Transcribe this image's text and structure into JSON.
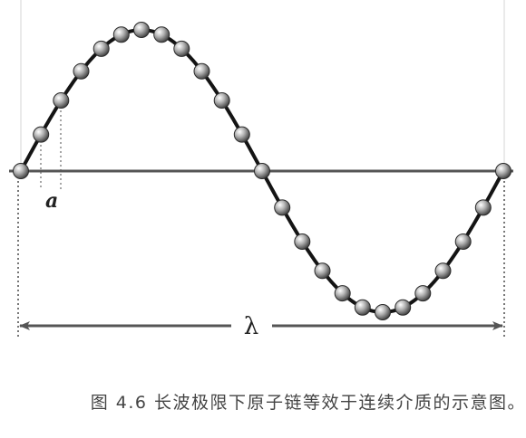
{
  "diagram": {
    "label_a": "a",
    "label_lambda": "λ",
    "atom_count": 24,
    "colors": {
      "wave": "#141414",
      "axis": "#555555",
      "atom_light": "#ffffff",
      "atom_mid": "#a8a8a8",
      "atom_dark": "#3a3a3a",
      "guide": "#777777"
    }
  },
  "caption": {
    "text": "图 4.6 长波极限下原子链等效于连续介质的示意图。"
  }
}
